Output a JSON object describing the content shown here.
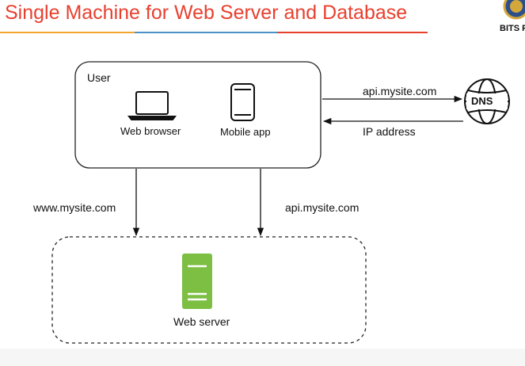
{
  "slide": {
    "title": "Single Machine for Web Server and Database",
    "logo_text": "BITS P",
    "title_colors": {
      "title": "#e8402f",
      "underline": [
        "#f3a531",
        "#4b93c7",
        "#e8402f",
        "#f3a531"
      ]
    }
  },
  "diagram": {
    "user_box": {
      "label": "User",
      "web_browser_label": "Web browser",
      "mobile_app_label": "Mobile app"
    },
    "dns": {
      "label": "DNS",
      "request_label": "api.mysite.com",
      "response_label": "IP address"
    },
    "edges": {
      "www_label": "www.mysite.com",
      "api_label": "api.mysite.com"
    },
    "server": {
      "label": "Web server",
      "color": "#7cbf42"
    }
  }
}
